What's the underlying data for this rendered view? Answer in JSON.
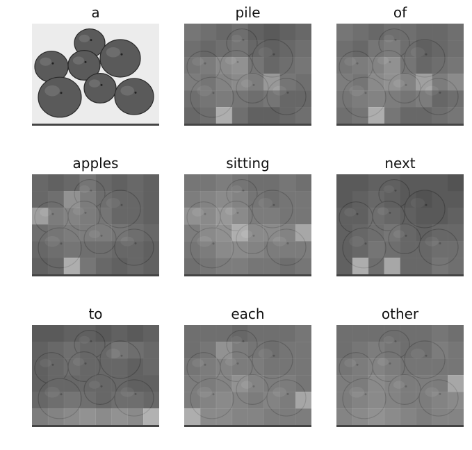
{
  "figure": {
    "panels": [
      {
        "word": "a",
        "kind": "original"
      },
      {
        "word": "pile",
        "kind": "attention"
      },
      {
        "word": "of",
        "kind": "attention"
      },
      {
        "word": "apples",
        "kind": "attention"
      },
      {
        "word": "sitting",
        "kind": "attention"
      },
      {
        "word": "next",
        "kind": "attention"
      },
      {
        "word": "to",
        "kind": "attention"
      },
      {
        "word": "each",
        "kind": "attention"
      },
      {
        "word": "other",
        "kind": "attention"
      }
    ],
    "grid": {
      "cols": 8,
      "rows": 6
    },
    "attention_maps": [
      null,
      [
        [
          0.55,
          0.5,
          0.45,
          0.5,
          0.4,
          0.35,
          0.4,
          0.45
        ],
        [
          0.5,
          0.45,
          0.5,
          0.55,
          0.45,
          0.4,
          0.45,
          0.5
        ],
        [
          0.55,
          0.6,
          0.7,
          0.75,
          0.55,
          0.45,
          0.5,
          0.55
        ],
        [
          0.6,
          0.55,
          0.65,
          0.7,
          0.6,
          0.8,
          0.55,
          0.5
        ],
        [
          0.5,
          0.55,
          0.6,
          0.55,
          0.5,
          0.55,
          0.45,
          0.45
        ],
        [
          0.45,
          0.5,
          0.95,
          0.5,
          0.4,
          0.4,
          0.45,
          0.5
        ]
      ],
      [
        [
          0.55,
          0.5,
          0.45,
          0.5,
          0.5,
          0.45,
          0.45,
          0.5
        ],
        [
          0.5,
          0.45,
          0.55,
          0.6,
          0.5,
          0.4,
          0.45,
          0.5
        ],
        [
          0.55,
          0.6,
          0.65,
          0.75,
          0.55,
          0.45,
          0.5,
          0.55
        ],
        [
          0.6,
          0.55,
          0.7,
          0.75,
          0.65,
          0.85,
          0.6,
          0.7
        ],
        [
          0.55,
          0.6,
          0.65,
          0.6,
          0.55,
          0.6,
          0.45,
          0.5
        ],
        [
          0.5,
          0.55,
          0.95,
          0.55,
          0.45,
          0.45,
          0.5,
          0.55
        ]
      ],
      [
        [
          0.45,
          0.4,
          0.45,
          0.55,
          0.45,
          0.4,
          0.45,
          0.4
        ],
        [
          0.45,
          0.5,
          0.75,
          0.6,
          0.5,
          0.45,
          0.45,
          0.4
        ],
        [
          0.85,
          0.6,
          0.65,
          0.6,
          0.55,
          0.45,
          0.45,
          0.4
        ],
        [
          0.5,
          0.55,
          0.6,
          0.6,
          0.6,
          0.55,
          0.5,
          0.45
        ],
        [
          0.45,
          0.5,
          0.55,
          0.5,
          0.5,
          0.45,
          0.45,
          0.4
        ],
        [
          0.4,
          0.45,
          0.95,
          0.55,
          0.45,
          0.4,
          0.45,
          0.4
        ]
      ],
      [
        [
          0.55,
          0.55,
          0.6,
          0.55,
          0.5,
          0.5,
          0.55,
          0.5
        ],
        [
          0.6,
          0.65,
          0.7,
          0.65,
          0.55,
          0.5,
          0.55,
          0.55
        ],
        [
          0.75,
          0.7,
          0.8,
          0.7,
          0.6,
          0.6,
          0.55,
          0.55
        ],
        [
          0.6,
          0.7,
          0.75,
          0.95,
          0.7,
          0.7,
          0.65,
          0.9
        ],
        [
          0.55,
          0.6,
          0.7,
          0.7,
          0.65,
          0.6,
          0.6,
          0.6
        ],
        [
          0.5,
          0.55,
          0.6,
          0.6,
          0.55,
          0.55,
          0.5,
          0.55
        ]
      ],
      [
        [
          0.35,
          0.35,
          0.4,
          0.4,
          0.35,
          0.35,
          0.35,
          0.3
        ],
        [
          0.35,
          0.4,
          0.45,
          0.4,
          0.35,
          0.3,
          0.35,
          0.35
        ],
        [
          0.4,
          0.4,
          0.5,
          0.45,
          0.4,
          0.35,
          0.35,
          0.4
        ],
        [
          0.4,
          0.45,
          0.5,
          0.55,
          0.45,
          0.4,
          0.45,
          0.45
        ],
        [
          0.4,
          0.45,
          0.55,
          0.5,
          0.45,
          0.45,
          0.5,
          0.5
        ],
        [
          0.4,
          0.95,
          0.5,
          0.9,
          0.45,
          0.45,
          0.55,
          0.5
        ]
      ],
      [
        [
          0.35,
          0.35,
          0.4,
          0.4,
          0.35,
          0.4,
          0.35,
          0.4
        ],
        [
          0.4,
          0.45,
          0.5,
          0.45,
          0.45,
          0.55,
          0.5,
          0.45
        ],
        [
          0.4,
          0.45,
          0.5,
          0.45,
          0.45,
          0.45,
          0.4,
          0.45
        ],
        [
          0.4,
          0.45,
          0.45,
          0.45,
          0.45,
          0.45,
          0.4,
          0.4
        ],
        [
          0.45,
          0.5,
          0.55,
          0.5,
          0.45,
          0.5,
          0.5,
          0.45
        ],
        [
          0.6,
          0.65,
          0.7,
          0.75,
          0.7,
          0.75,
          0.7,
          0.98
        ]
      ],
      [
        [
          0.5,
          0.5,
          0.5,
          0.45,
          0.5,
          0.5,
          0.5,
          0.55
        ],
        [
          0.5,
          0.55,
          0.75,
          0.6,
          0.55,
          0.5,
          0.55,
          0.55
        ],
        [
          0.55,
          0.6,
          0.65,
          0.6,
          0.6,
          0.55,
          0.55,
          0.55
        ],
        [
          0.6,
          0.6,
          0.65,
          0.75,
          0.65,
          0.6,
          0.6,
          0.55
        ],
        [
          0.6,
          0.65,
          0.7,
          0.65,
          0.6,
          0.65,
          0.6,
          0.9
        ],
        [
          0.95,
          0.7,
          0.7,
          0.65,
          0.65,
          0.6,
          0.6,
          0.6
        ]
      ],
      [
        [
          0.5,
          0.5,
          0.5,
          0.5,
          0.5,
          0.5,
          0.55,
          0.5
        ],
        [
          0.5,
          0.55,
          0.6,
          0.55,
          0.5,
          0.5,
          0.6,
          0.55
        ],
        [
          0.55,
          0.6,
          0.65,
          0.6,
          0.55,
          0.55,
          0.55,
          0.55
        ],
        [
          0.6,
          0.6,
          0.7,
          0.65,
          0.6,
          0.6,
          0.6,
          0.9
        ],
        [
          0.6,
          0.65,
          0.7,
          0.65,
          0.6,
          0.6,
          0.65,
          0.7
        ],
        [
          0.65,
          0.7,
          0.75,
          0.7,
          0.65,
          0.6,
          0.65,
          0.65
        ]
      ]
    ],
    "colors": {
      "background": "#ffffff",
      "photo_bg": "#ececec",
      "apple_dark": "#3e3e3e",
      "apple_mid": "#5a5a5a"
    }
  }
}
